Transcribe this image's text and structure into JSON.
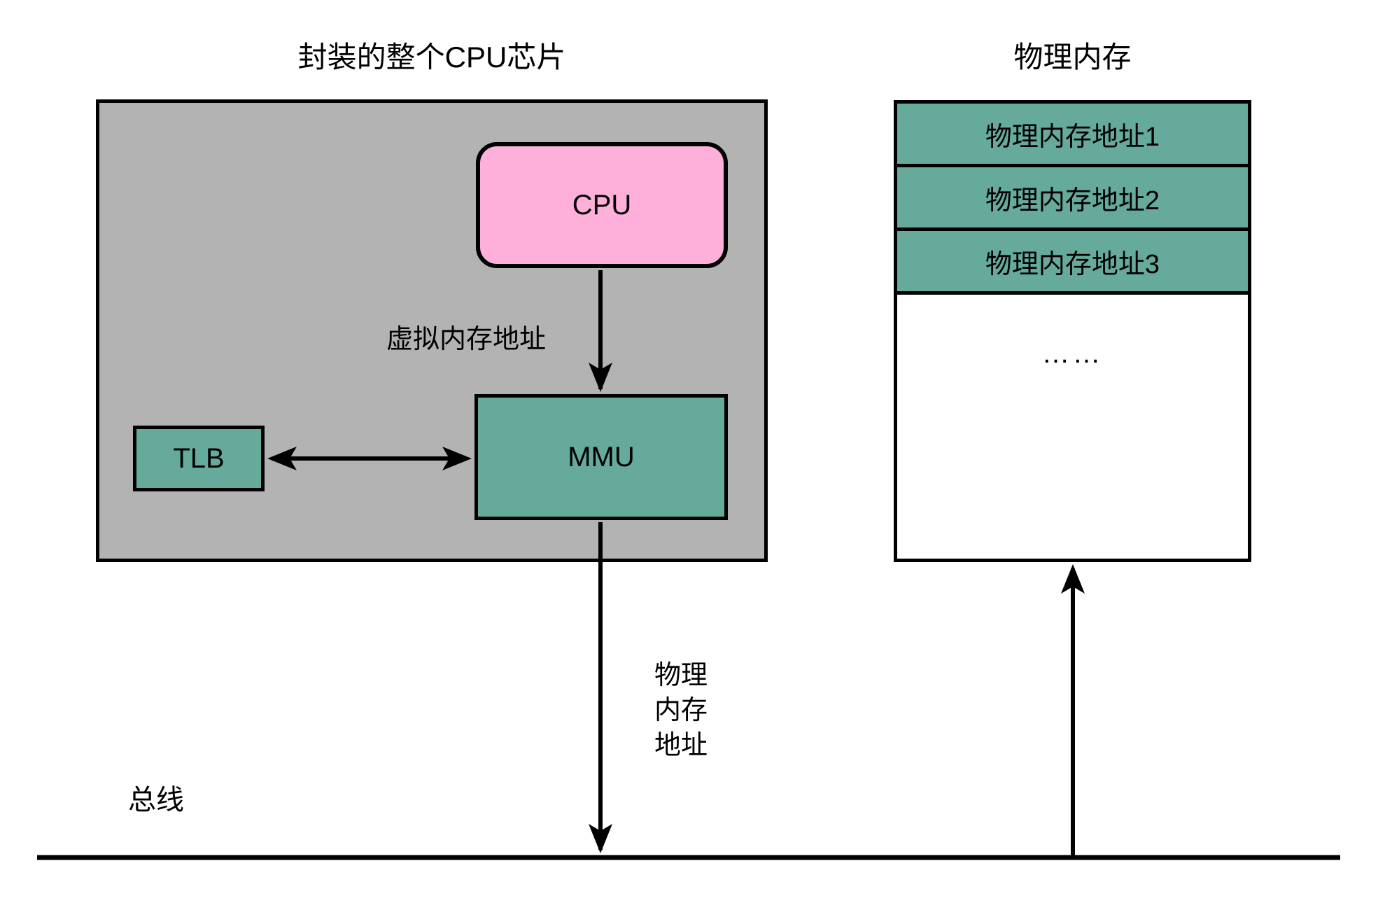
{
  "titles": {
    "chip": "封装的整个CPU芯片",
    "memory": "物理内存"
  },
  "chip": {
    "cpu_label": "CPU",
    "tlb_label": "TLB",
    "mmu_label": "MMU"
  },
  "labels": {
    "virtual_address": "虚拟内存地址",
    "physical_address_lines": [
      "物理",
      "内存",
      "地址"
    ],
    "bus": "总线"
  },
  "memory": {
    "rows": [
      "物理内存地址1",
      "物理内存地址2",
      "物理内存地址3"
    ],
    "ellipsis": "……"
  },
  "colors": {
    "chip_bg": "#b3b3b3",
    "cpu_fill": "#ffb0da",
    "teal_fill": "#66aa9b",
    "stroke": "#000000",
    "memory_bg": "#ffffff"
  }
}
